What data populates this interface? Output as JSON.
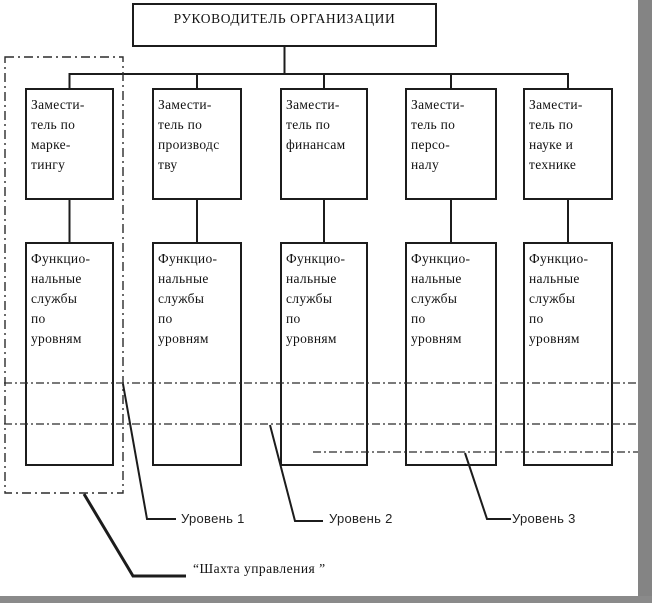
{
  "diagram": {
    "head_title": "РУКОВОДИТЕЛЬ ОРГАНИЗАЦИИ",
    "columns": [
      {
        "deputy": "Замести-\nтель по\nмарке-\nтингу",
        "functional": "Функцио-\nнальные\nслужбы\nпо\nуровням"
      },
      {
        "deputy": "Замести-\nтель по\nпроизводс\nтву",
        "functional": "Функцио-\nнальные\nслужбы\nпо\nуровням"
      },
      {
        "deputy": "Замести-\nтель по\nфинансам",
        "functional": "Функцио-\nнальные\nслужбы\nпо\nуровням"
      },
      {
        "deputy": "Замести-\nтель по\nперсо-\nналу",
        "functional": "Функцио-\nнальные\nслужбы\nпо\nуровням"
      },
      {
        "deputy": "Замести-\nтель по\nнауке и\nтехнике",
        "functional": "Функцио-\nнальные\nслужбы\nпо\nуровням"
      }
    ],
    "levels": [
      {
        "label": "Уровень 1"
      },
      {
        "label": "Уровень 2"
      },
      {
        "label": "Уровень 3"
      }
    ],
    "shaft_label": "“Шахта управления ”"
  },
  "colors": {
    "line": "#1c1c1c",
    "dashed_line": "#2b2b2b",
    "page_background": "#ffffff",
    "side_bar_gray": "#848484",
    "bottom_bar_gray": "#8a8a8a"
  }
}
